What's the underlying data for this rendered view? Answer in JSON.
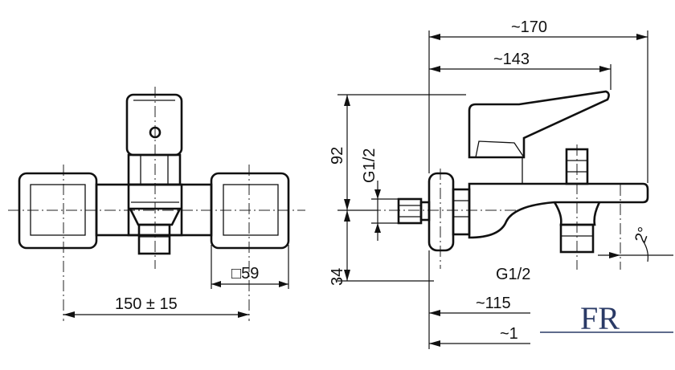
{
  "dimensions": {
    "overall_depth": "~170",
    "lever_depth": "~143",
    "height_upper": "92",
    "height_lower": "34",
    "thread_inlet": "G1/2",
    "thread_outlet": "G1/2",
    "spout_projection": "~115",
    "spout_projection_2": "~1",
    "square_size": "□59",
    "center_distance": "150 ± 15",
    "angle": "2°"
  },
  "logo": {
    "text": "FR"
  }
}
